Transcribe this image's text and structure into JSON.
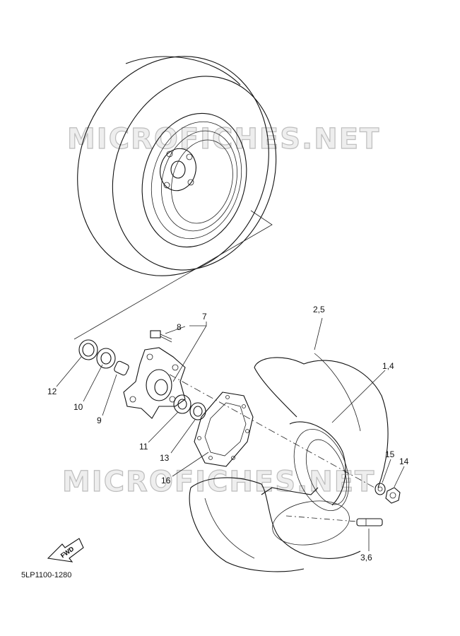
{
  "watermark": "MICROFICHES.NET",
  "diagram_code": "5LP1100-1280",
  "fwd_label": "FWD",
  "labels": {
    "l1": "2,5",
    "l2": "7",
    "l3": "8",
    "l4": "1,4",
    "l5": "12",
    "l6": "10",
    "l7": "9",
    "l8": "11",
    "l9": "13",
    "l10": "16",
    "l11": "15",
    "l12": "14",
    "l13": "3,6"
  }
}
